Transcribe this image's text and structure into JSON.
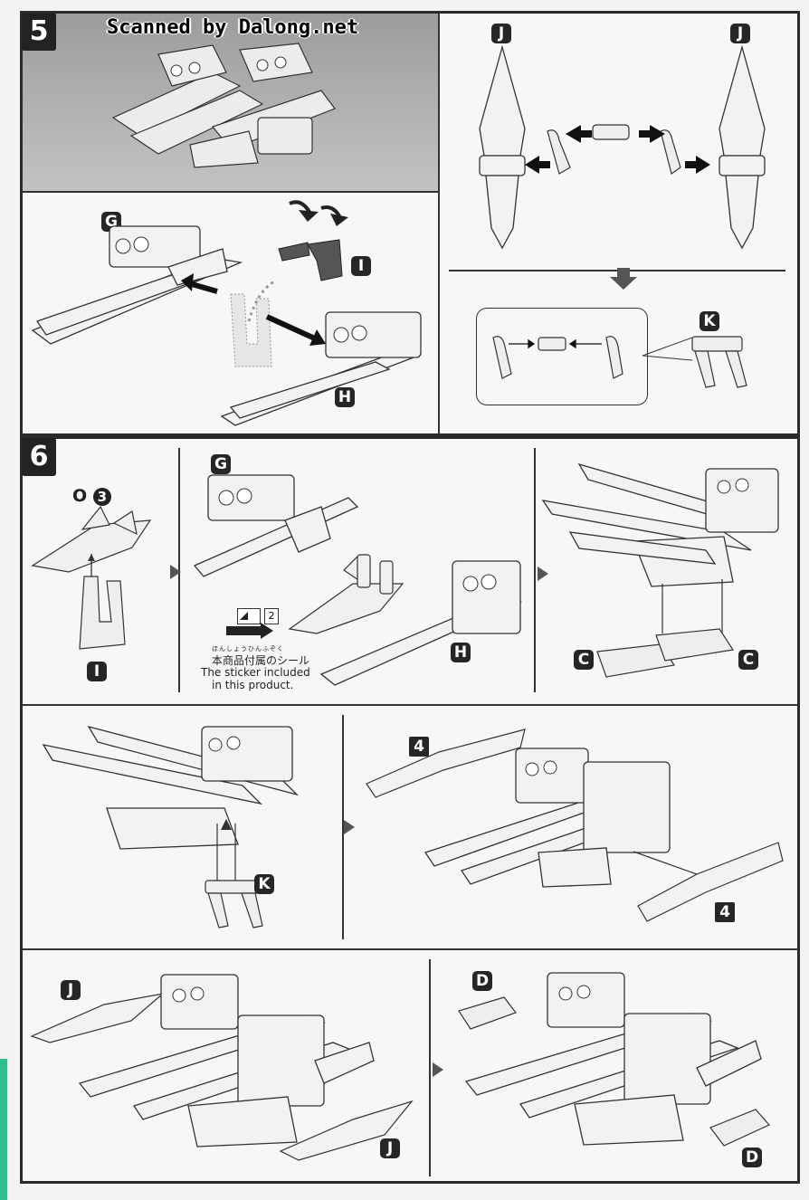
{
  "watermark": "Scanned by Dalong.net",
  "steps": {
    "five": "5",
    "six": "6"
  },
  "badges": {
    "g": "G",
    "h": "H",
    "i": "I",
    "j": "J",
    "k": "K",
    "c": "C",
    "d": "D",
    "four": "4"
  },
  "parts": {
    "o3_prefix": "O",
    "o3_num": "3"
  },
  "sticker": {
    "num": "2",
    "ruby": "ほんしょうひんふぞく",
    "jp": "本商品付属のシール",
    "en_line1": "The sticker included",
    "en_line2": "in this product."
  },
  "colors": {
    "ink": "#222222",
    "panel": "#f7f7f7",
    "accent_green": "#2fbf8e"
  }
}
